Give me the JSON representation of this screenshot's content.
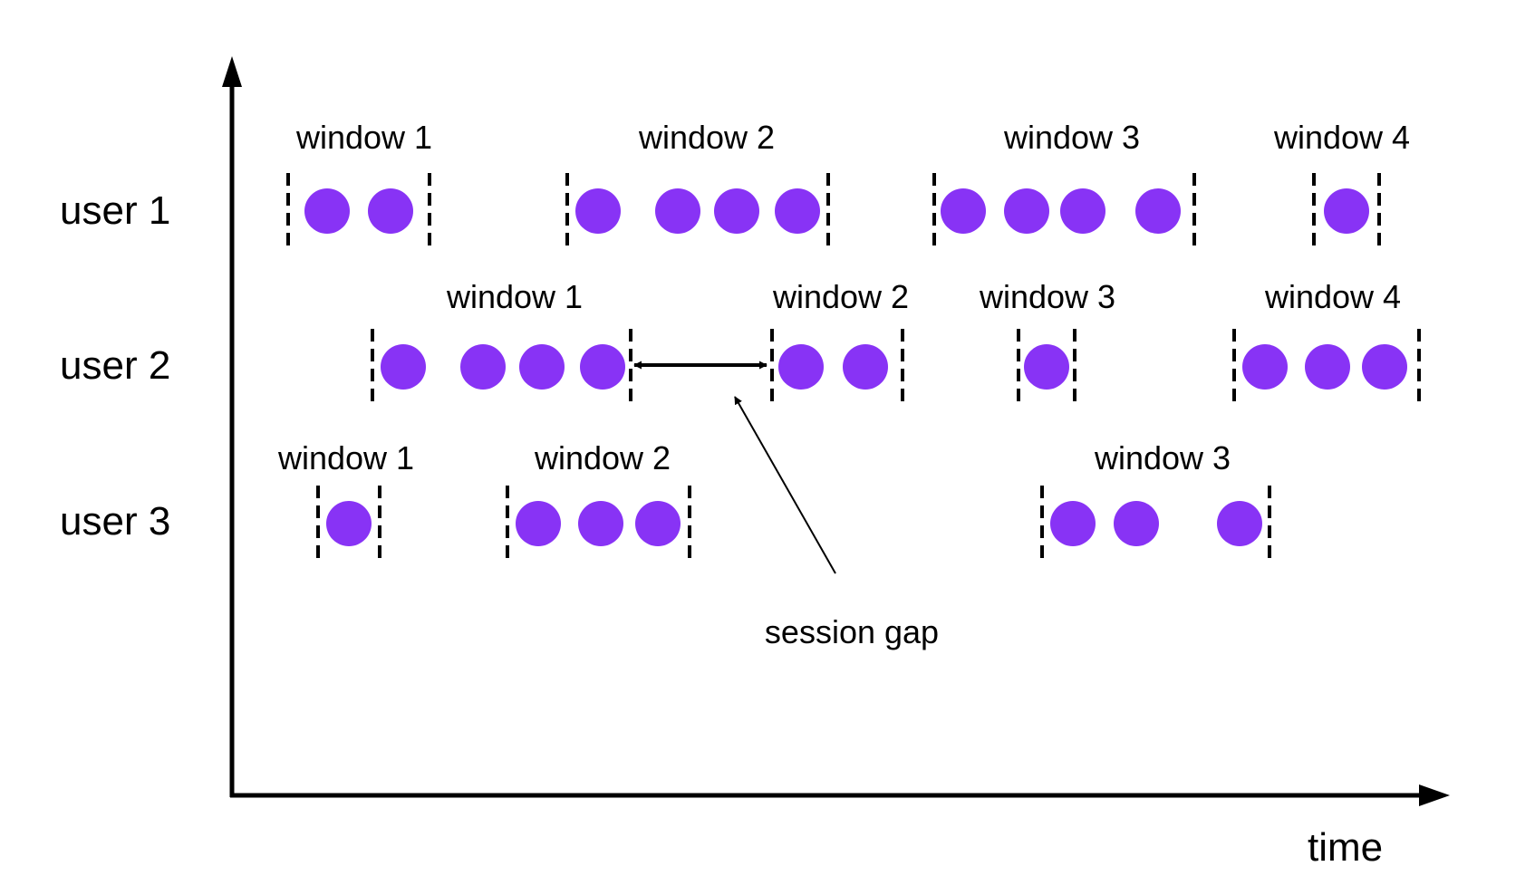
{
  "axis": {
    "x_label": "time"
  },
  "colors": {
    "event": "#8833f5",
    "line": "#000000"
  },
  "users": [
    {
      "label": "user 1",
      "windows": [
        {
          "label": "window 1",
          "events": 2
        },
        {
          "label": "window 2",
          "events": 4
        },
        {
          "label": "window 3",
          "events": 4
        },
        {
          "label": "window 4",
          "events": 1
        }
      ]
    },
    {
      "label": "user 2",
      "windows": [
        {
          "label": "window 1",
          "events": 4
        },
        {
          "label": "window 2",
          "events": 2
        },
        {
          "label": "window 3",
          "events": 1
        },
        {
          "label": "window 4",
          "events": 3
        }
      ]
    },
    {
      "label": "user 3",
      "windows": [
        {
          "label": "window 1",
          "events": 1
        },
        {
          "label": "window 2",
          "events": 3
        },
        {
          "label": "window 3",
          "events": 3
        }
      ]
    }
  ],
  "annotation": {
    "label": "session gap"
  }
}
